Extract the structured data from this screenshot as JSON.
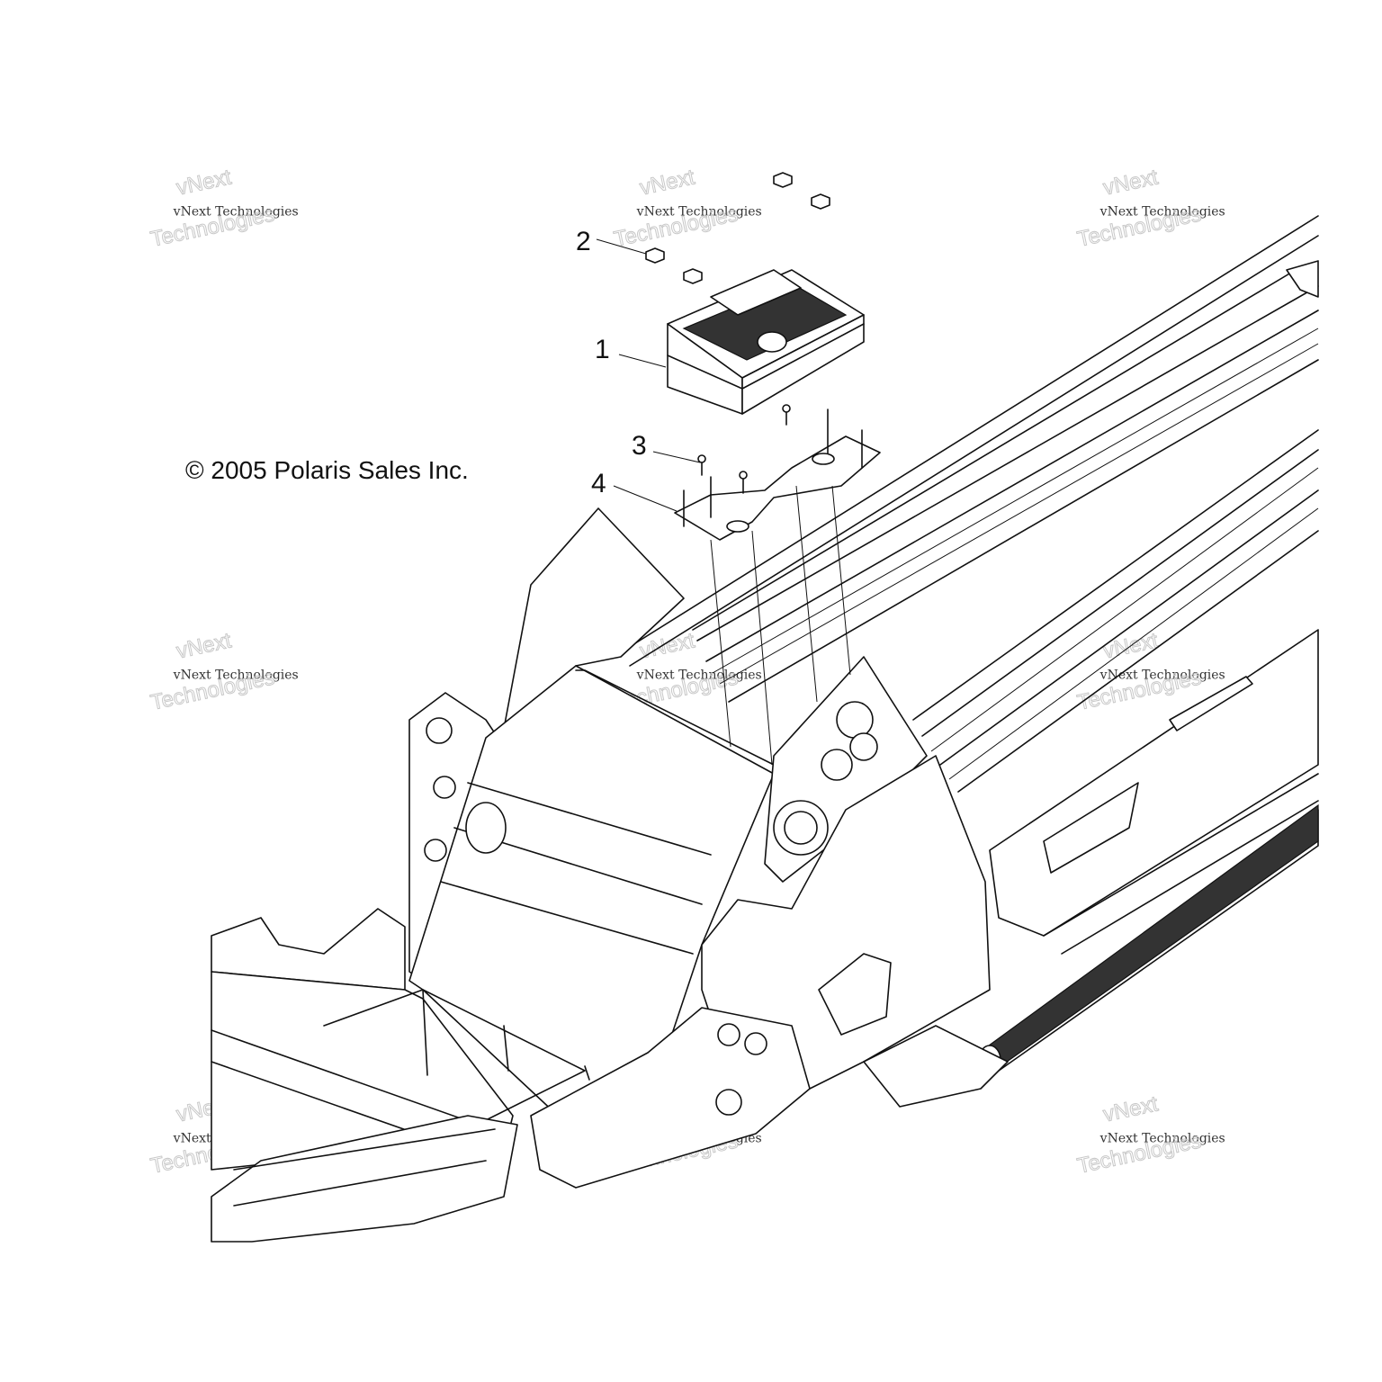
{
  "figure": {
    "copyright": "© 2005 Polaris Sales Inc.",
    "callouts": [
      {
        "number": "1",
        "part": "ecu-module"
      },
      {
        "number": "2",
        "part": "nut"
      },
      {
        "number": "3",
        "part": "screw"
      },
      {
        "number": "4",
        "part": "mounting-bracket"
      }
    ]
  },
  "watermark": {
    "brand": "vNext",
    "line": "vNext Technologies",
    "big": "Technologies"
  }
}
